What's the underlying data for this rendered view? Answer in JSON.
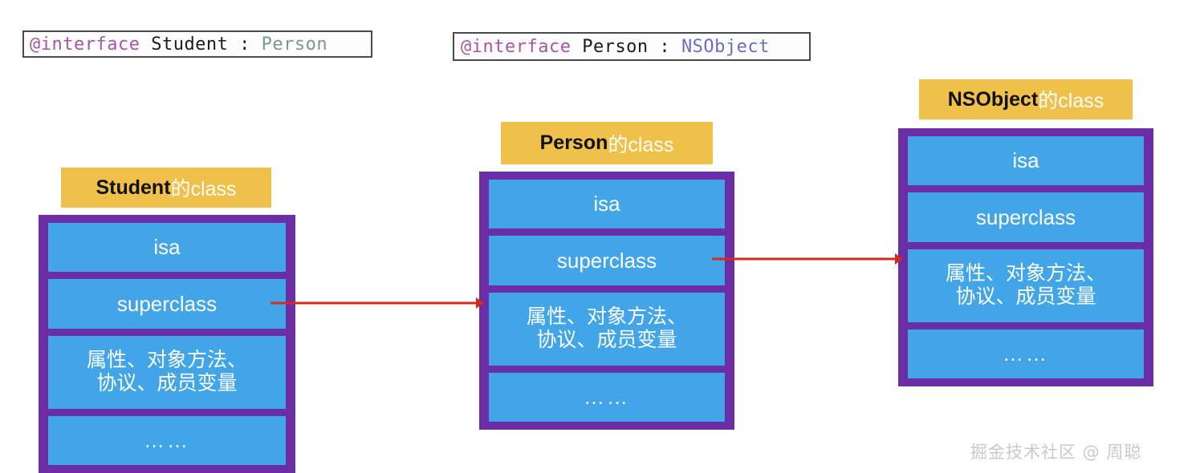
{
  "background": "#ffffff",
  "palette": {
    "header_yellow": "#efc04a",
    "body_purple": "#6a2da5",
    "slot_blue": "#42a5e8",
    "arrow_red": "#d62a1c",
    "slot_text": "#ffffff",
    "header_name_text": "#111111",
    "header_suffix_text": "#ffffff",
    "code_keyword": "#a855a8",
    "code_plain": "#1b1b1b",
    "code_green": "#7a9a8a",
    "code_blue": "#6c6cc0",
    "watermark": "#c9c9c9"
  },
  "code_snippets": [
    {
      "name": "student-declaration",
      "keyword": "@interface",
      "space1": " ",
      "class_name": "Student",
      "colon": " : ",
      "super_name": "Person"
    },
    {
      "name": "person-declaration",
      "keyword": "@interface",
      "space1": " ",
      "class_name": "Person",
      "colon": " : ",
      "super_name": "NSObject"
    }
  ],
  "blocks": [
    {
      "id": "student",
      "header_name": "Student",
      "header_suffix": "的class",
      "slots": [
        {
          "name": "isa",
          "label": "isa"
        },
        {
          "name": "superclass",
          "label": "superclass"
        },
        {
          "name": "members",
          "label": "属性、对象方法、\n协议、成员变量"
        },
        {
          "name": "ellipsis",
          "label": "……"
        }
      ]
    },
    {
      "id": "person",
      "header_name": "Person",
      "header_suffix": "的class",
      "slots": [
        {
          "name": "isa",
          "label": "isa"
        },
        {
          "name": "superclass",
          "label": "superclass"
        },
        {
          "name": "members",
          "label": "属性、对象方法、\n协议、成员变量"
        },
        {
          "name": "ellipsis",
          "label": "……"
        }
      ]
    },
    {
      "id": "nsobject",
      "header_name": "NSObject",
      "header_suffix": "的class",
      "slots": [
        {
          "name": "isa",
          "label": "isa"
        },
        {
          "name": "superclass",
          "label": "superclass"
        },
        {
          "name": "members",
          "label": "属性、对象方法、\n协议、成员变量"
        },
        {
          "name": "ellipsis",
          "label": "……"
        }
      ]
    }
  ],
  "arrows": [
    {
      "name": "student-superclass-to-person",
      "from": "student.superclass",
      "to": "person"
    },
    {
      "name": "person-superclass-to-nsobject",
      "from": "person.superclass",
      "to": "nsobject"
    }
  ],
  "watermark": {
    "text": "掘金技术社区 @ 周聪"
  }
}
